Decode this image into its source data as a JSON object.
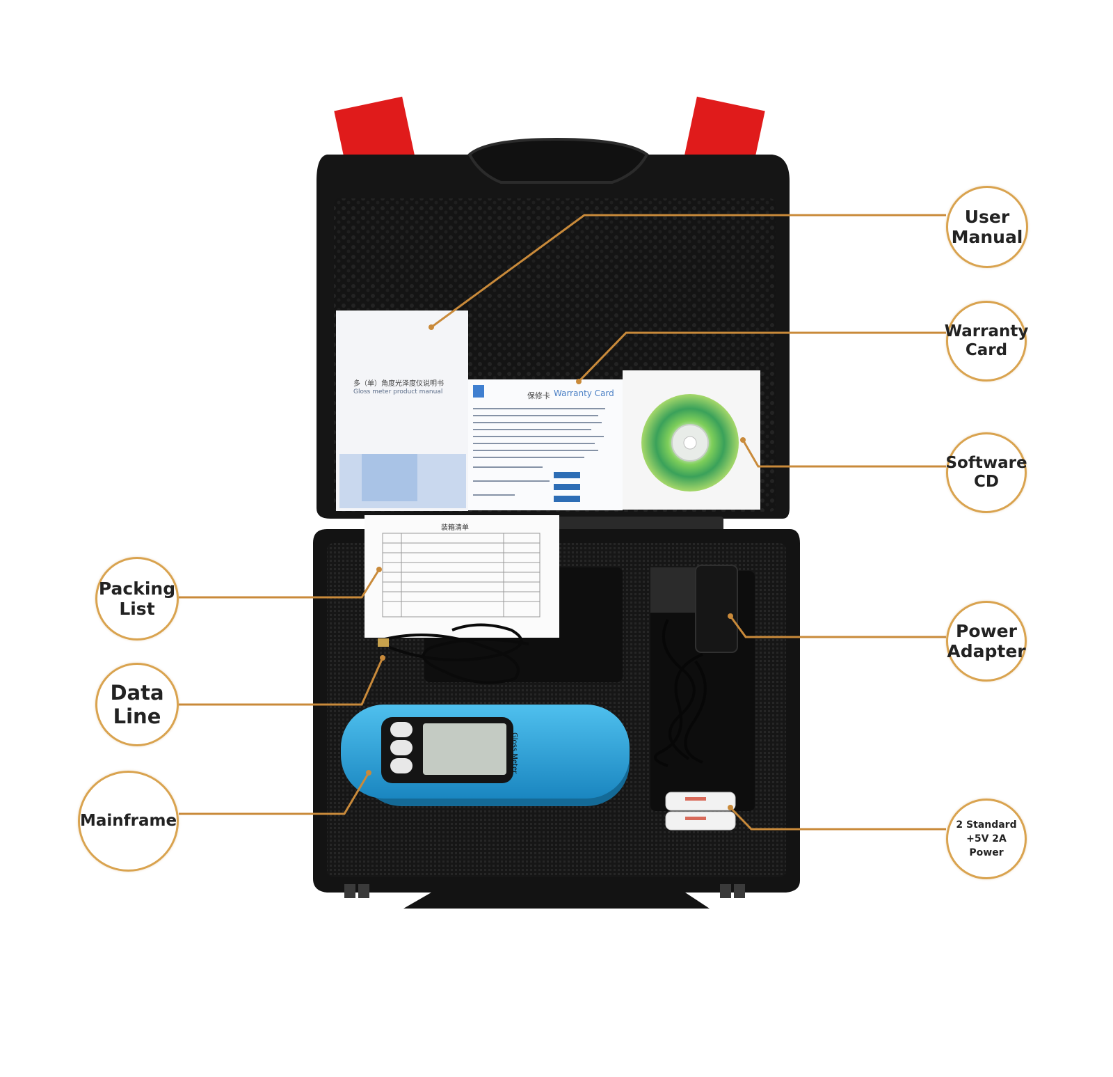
{
  "callouts": {
    "user_manual": "User\nManual",
    "warranty_card": "Warranty\nCard",
    "software_cd": "Software\nCD",
    "packing_list": "Packing\nList",
    "power_adapter": "Power\nAdapter",
    "data_line": "Data\nLine",
    "mainframe": "Mainframe",
    "batteries": "2 Standard\n+5V 2A Power"
  },
  "manual": {
    "title_cn": "多（单）角度光泽度仪说明书",
    "title_en": "Gloss meter product manual"
  },
  "warranty": {
    "title_cn": "保修卡",
    "title_en": "Warranty Card"
  },
  "packing_list": {
    "title": "装箱清单"
  },
  "meter": {
    "label": "Gloss Meter"
  },
  "colors": {
    "callout_border": "#d9a34f",
    "leader_line": "#c98a3a",
    "case": "#1a1a1a",
    "latch": "#e01b1b",
    "meter_body": "#2aa7dc"
  }
}
